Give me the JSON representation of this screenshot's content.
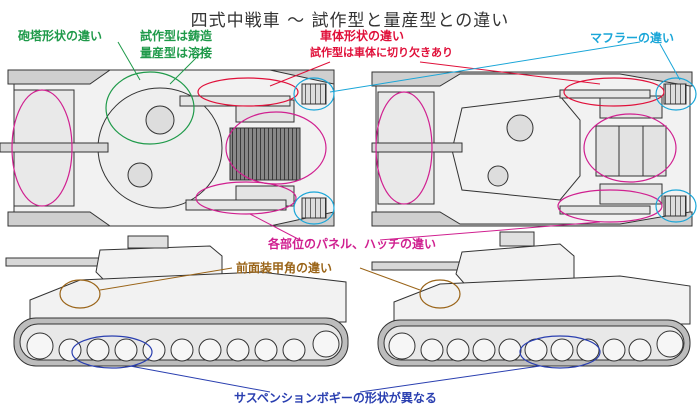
{
  "title": "四式中戦車 ～ 試作型と量産型との違い",
  "labels": {
    "turret_shape": "砲塔形状の違い",
    "prototype_cast": "試作型は鋳造",
    "production_welded": "量産型は溶接",
    "hull_shape": "車体形状の違い",
    "hull_cutout": "試作型は車体に切り欠きあり",
    "muffler": "マフラーの違い",
    "panels_hatches": "各部位のパネル、ハッチの違い",
    "front_armor": "前面装甲角の違い",
    "suspension": "サスペンションボギーの形状が異なる"
  },
  "colors": {
    "green": "#1f9a4a",
    "red": "#e0103a",
    "cyan": "#1aa6d8",
    "magenta": "#d02090",
    "brown": "#9a6418",
    "blue": "#2a3fb0",
    "line": "#333333",
    "tank_fill": "#f2f2f2"
  }
}
